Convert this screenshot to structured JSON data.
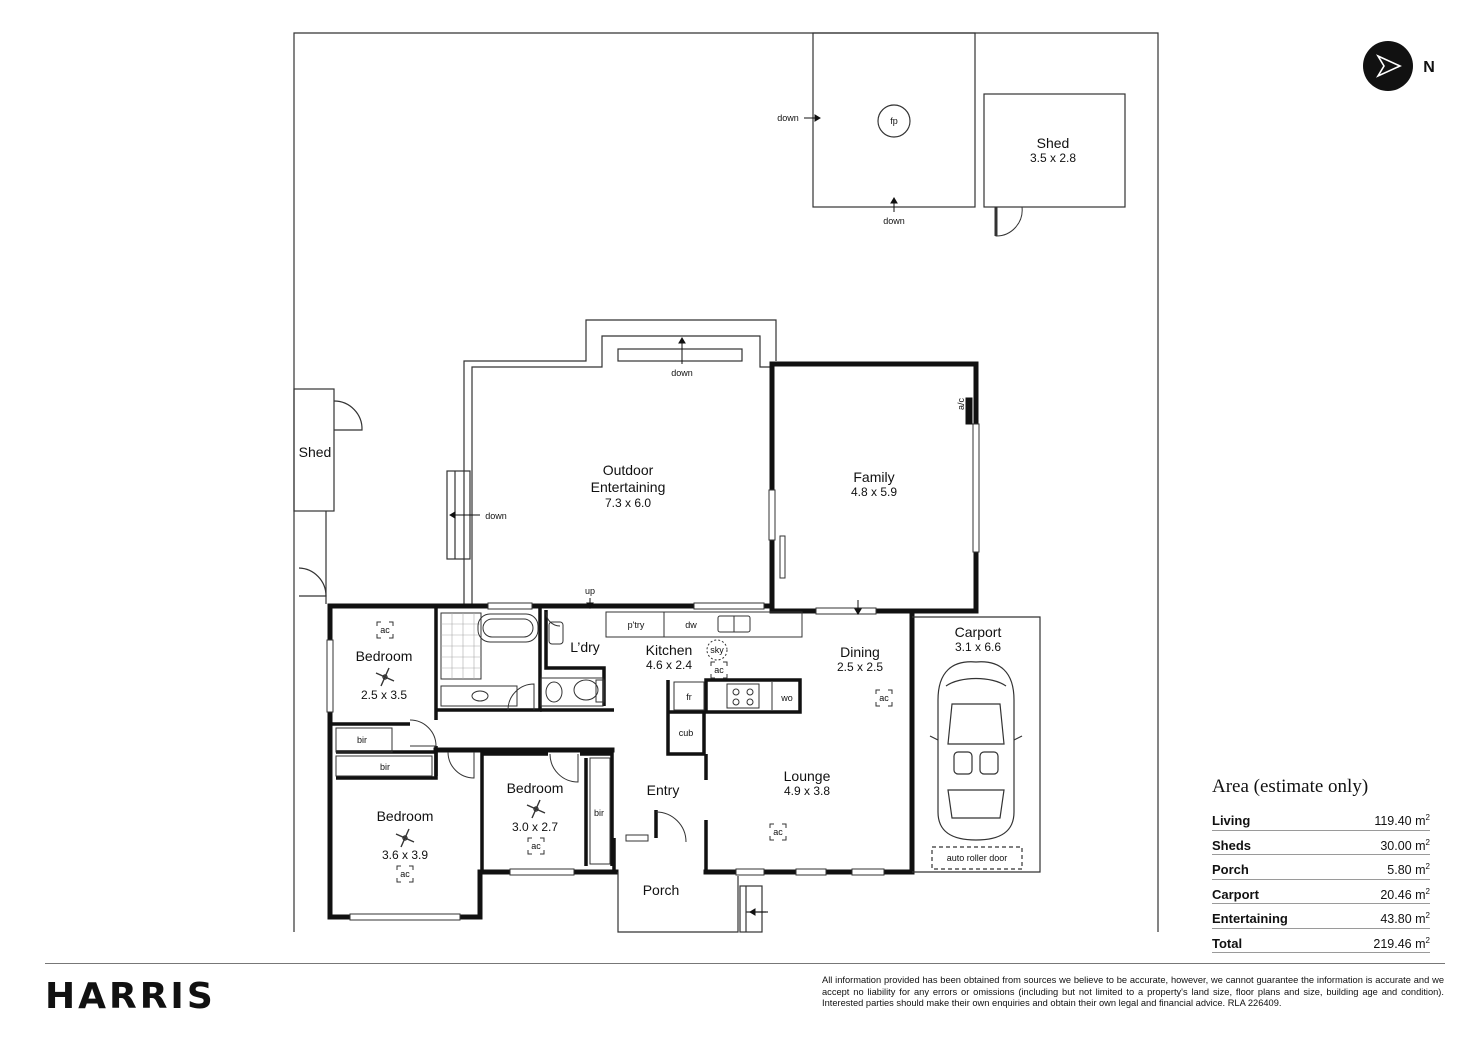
{
  "rooms": {
    "shed_top": {
      "name": "Shed",
      "dims": "3.5 x 2.8"
    },
    "shed_left": {
      "name": "Shed"
    },
    "outdoor": {
      "name_line1": "Outdoor",
      "name_line2": "Entertaining",
      "dims": "7.3 x 6.0"
    },
    "family": {
      "name": "Family",
      "dims": "4.8 x 5.9"
    },
    "carport": {
      "name": "Carport",
      "dims": "3.1 x 6.6"
    },
    "bed1": {
      "name": "Bedroom",
      "dims": "2.5 x 3.5"
    },
    "bed2": {
      "name": "Bedroom",
      "dims": "3.6 x 3.9"
    },
    "bed3": {
      "name": "Bedroom",
      "dims": "3.0 x 2.7"
    },
    "laundry": {
      "name": "L’dry"
    },
    "kitchen": {
      "name": "Kitchen",
      "dims": "4.6 x 2.4"
    },
    "dining": {
      "name": "Dining",
      "dims": "2.5 x 2.5"
    },
    "lounge": {
      "name": "Lounge",
      "dims": "4.9 x 3.8"
    },
    "entry": {
      "name": "Entry"
    },
    "porch": {
      "name": "Porch"
    }
  },
  "fixtures": {
    "down": "down",
    "up": "up",
    "fp": "fp",
    "ac": "ac",
    "ac_unit": "a/c",
    "bir": "bir",
    "pantry": "p'try",
    "dishwasher": "dw",
    "fridge": "fr",
    "wall_oven": "wo",
    "cupboard": "cub",
    "skylight": "sky",
    "roller_door": "auto roller door"
  },
  "compass": {
    "label": "N"
  },
  "area": {
    "title": "Area (estimate only)",
    "unit": "m",
    "rows": [
      {
        "label": "Living",
        "value": "119.40"
      },
      {
        "label": "Sheds",
        "value": "30.00"
      },
      {
        "label": "Porch",
        "value": "5.80"
      },
      {
        "label": "Carport",
        "value": "20.46"
      },
      {
        "label": "Entertaining",
        "value": "43.80"
      },
      {
        "label": "Total",
        "value": "219.46"
      }
    ]
  },
  "brand": "HARRIS",
  "disclaimer": "All information provided has been obtained from sources we believe to be accurate, however, we cannot guarantee the information is accurate and we accept no liability for any errors or omissions (including but not limited to a property's land size, floor plans and size, building age and condition). Interested parties should make their own enquiries and obtain their own legal and financial advice. RLA 226409."
}
